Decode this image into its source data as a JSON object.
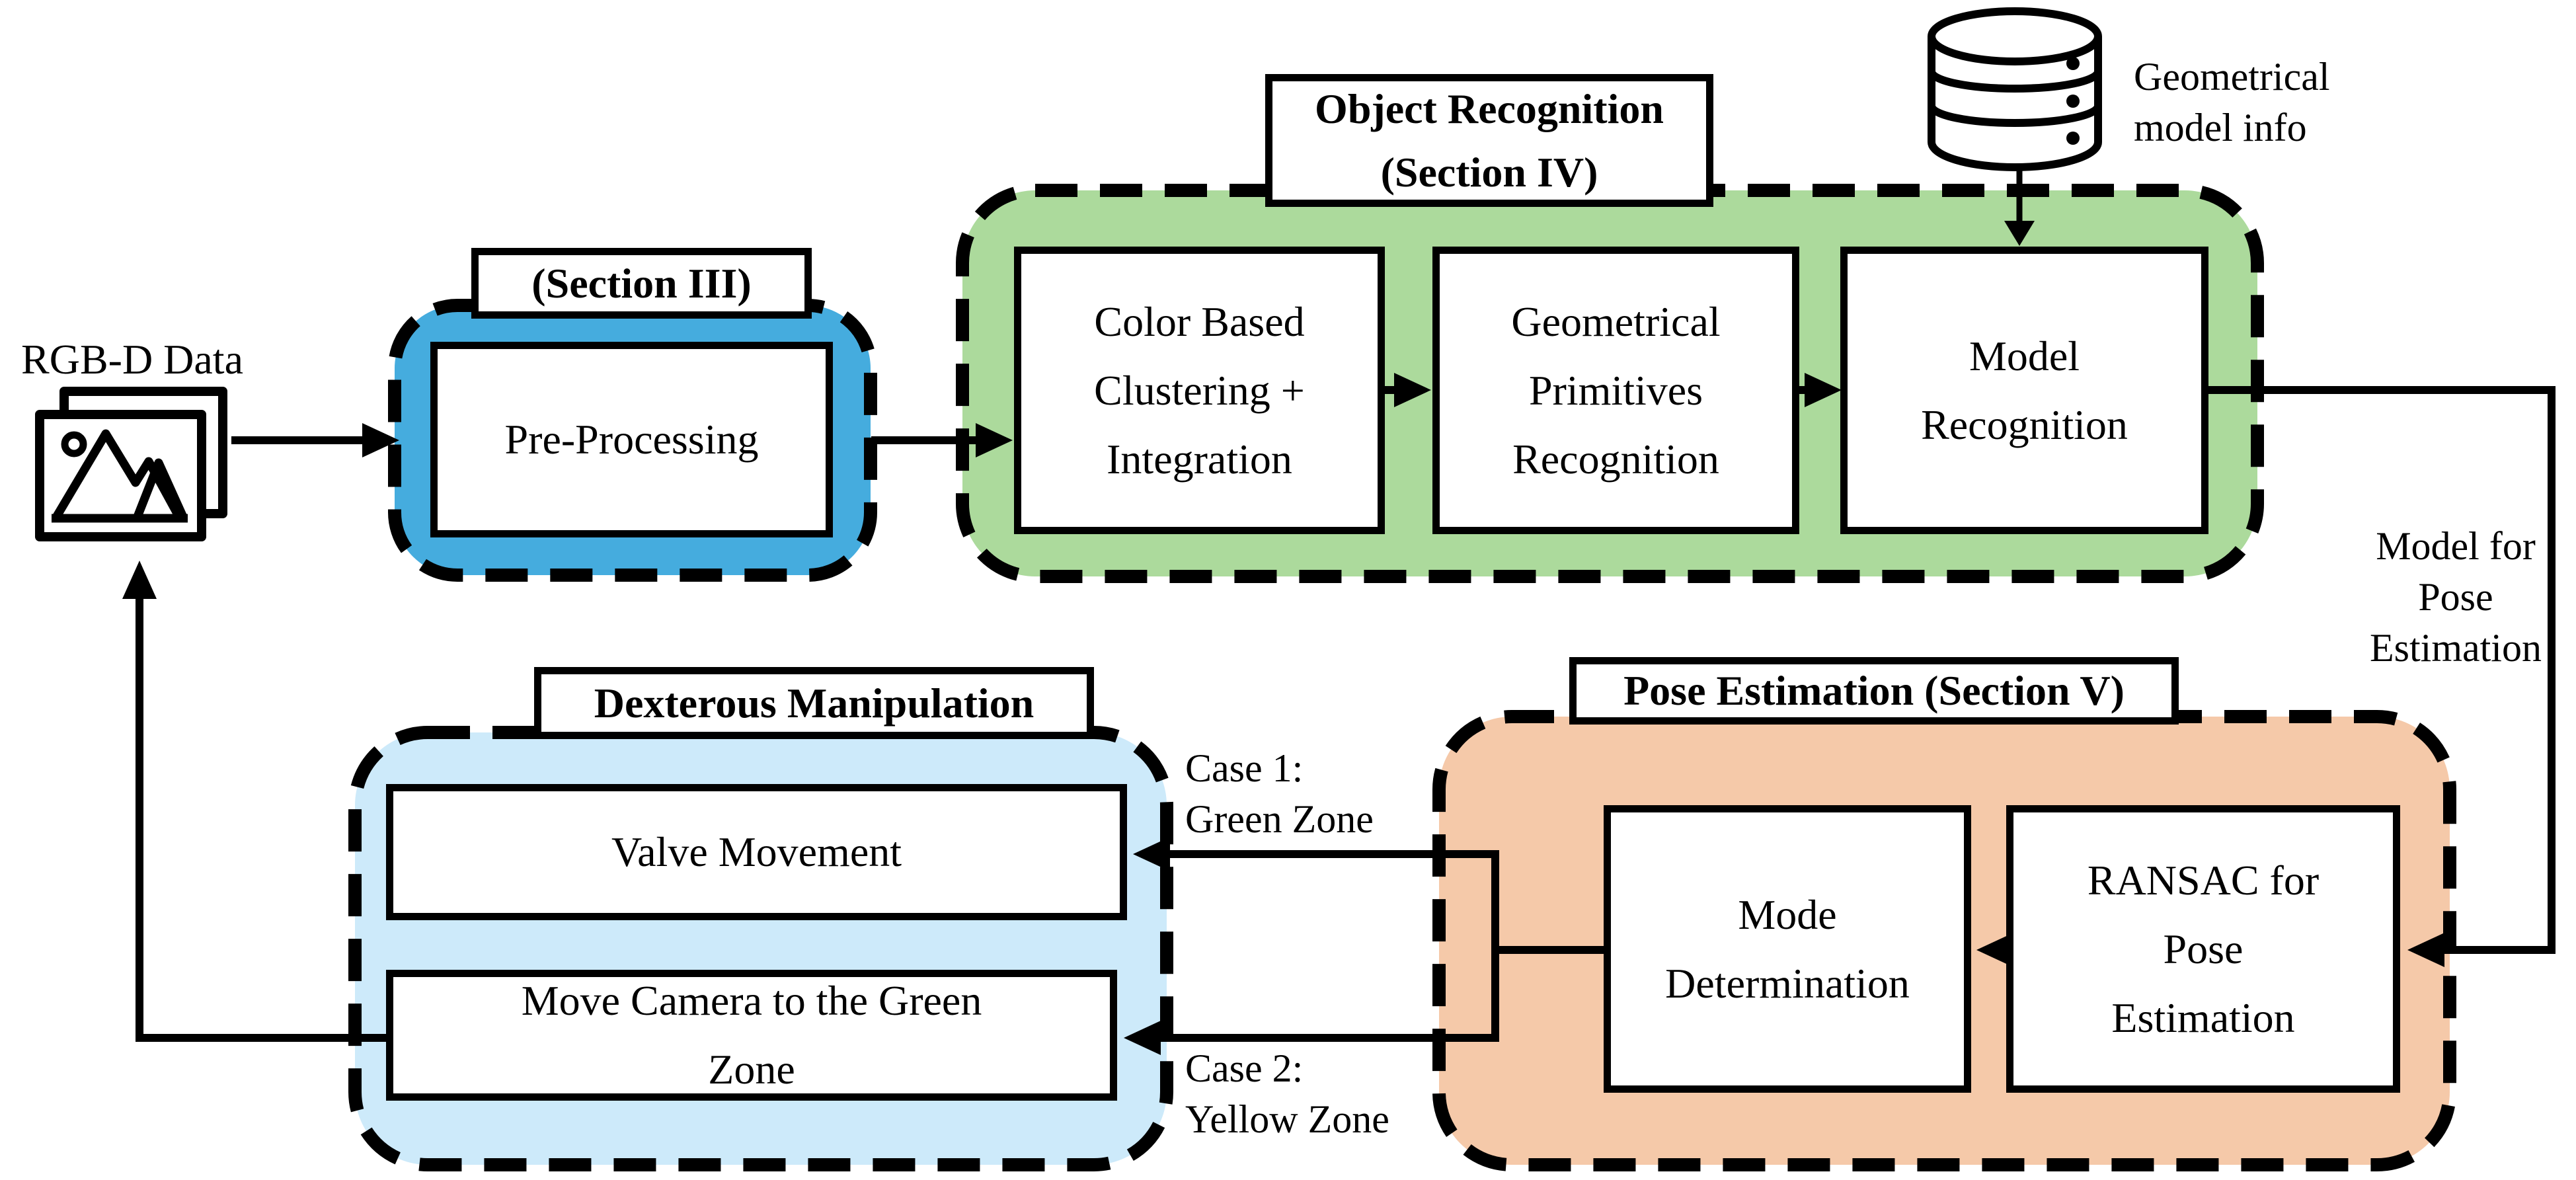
{
  "figure": {
    "background": "#ffffff",
    "line_color": "#000000",
    "colors": {
      "preprocessing": "#45ACDE",
      "object_recognition": "#ACDA9C",
      "pose_estimation": "#F5C9A9",
      "dexterous_manipulation": "#CDEAFA",
      "box_fill": "#FFFFFF",
      "text": "#000000"
    },
    "input": {
      "label": "RGB-D Data",
      "icon": "image-stack-icon"
    },
    "preprocessing": {
      "title": "(Section III)",
      "steps": [
        "Pre-Processing"
      ]
    },
    "object_recognition": {
      "title": "Object Recognition\n(Section IV)",
      "steps": [
        "Color Based\nClustering +\nIntegration",
        "Geometrical\nPrimitives\nRecognition",
        "Model\nRecognition"
      ]
    },
    "database": {
      "icon": "database-icon",
      "label": "Geometrical\nmodel info"
    },
    "pose_estimation": {
      "title": "Pose Estimation (Section V)",
      "steps": [
        "Mode\nDetermination",
        "RANSAC for\nPose\nEstimation"
      ]
    },
    "dexterous_manipulation": {
      "title": "Dexterous Manipulation",
      "steps": [
        "Valve Movement",
        "Move Camera to the Green\nZone"
      ]
    },
    "annotations": {
      "model_for_pose": "Model for\nPose\nEstimation",
      "case1": "Case 1:\nGreen Zone",
      "case2": "Case 2:\nYellow Zone"
    }
  }
}
